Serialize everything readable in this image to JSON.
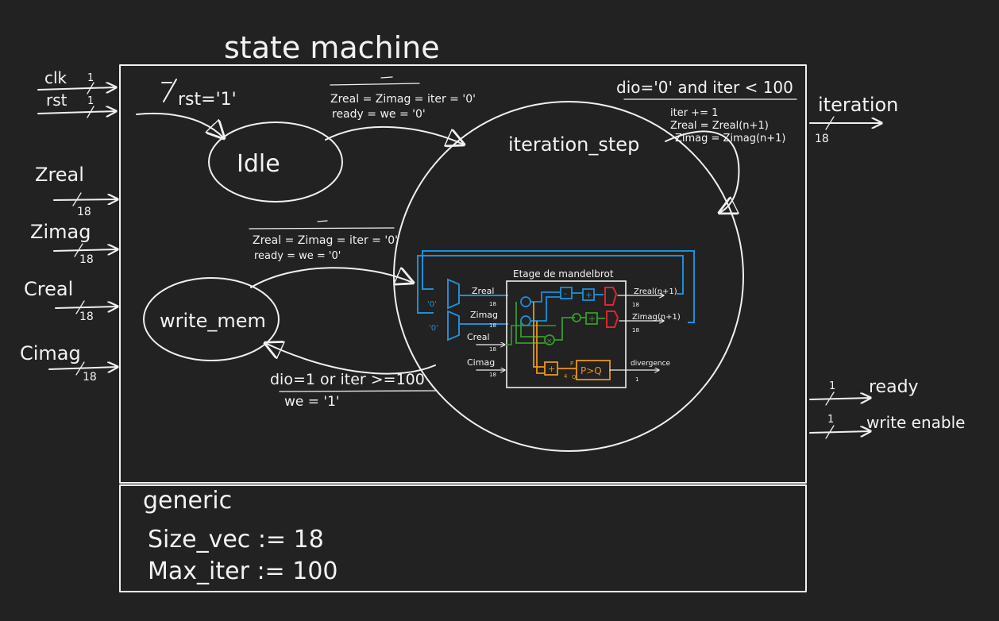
{
  "title": "state machine",
  "inputs": {
    "clk": "clk",
    "clk_width": "1",
    "rst": "rst",
    "rst_width": "1",
    "zreal": "Zreal",
    "zreal_width": "18",
    "zimag": "Zimag",
    "zimag_width": "18",
    "creal": "Creal",
    "creal_width": "18",
    "cimag": "Cimag",
    "cimag_width": "18"
  },
  "outputs": {
    "iteration": "iteration",
    "iteration_width": "18",
    "ready": "ready",
    "ready_width": "1",
    "write_enable": "write enable",
    "write_enable_width": "1"
  },
  "states": {
    "idle": "Idle",
    "write_mem": "write_mem",
    "iteration_step": "iteration_step"
  },
  "transitions": {
    "reset": "rst='1'",
    "idle_to_iter_line1": "Zreal = Zimag = iter = '0'",
    "idle_to_iter_line2": "ready = we = '0'",
    "self_condition": "dio='0' and iter < 100",
    "self_action1": "iter += 1",
    "self_action2": "Zreal = Zreal(n+1)",
    "self_action3": "Zimag = Zimag(n+1)",
    "write_to_iter_line1": "Zreal = Zimag = iter = '0'",
    "write_to_iter_line2": "ready = we = '0'",
    "iter_to_write_condition": "dio=1 or iter >=100",
    "iter_to_write_action": "we = '1'"
  },
  "inner_block": {
    "title": "Etage de mandelbrot",
    "in_zreal": "Zreal",
    "in_zimag": "Zimag",
    "in_creal": "Creal",
    "in_cimag": "Cimag",
    "mux_zero_a": "'0'",
    "mux_zero_b": "'0'",
    "out_zreal": "Zreal(n+1)",
    "out_zimag": "Zimag(n+1)",
    "out_divergence": "divergence",
    "comparator": "P>Q",
    "op_minus": "-",
    "op_plus1": "+",
    "op_plus2": "+",
    "op_plus3": "+",
    "op_times": "×",
    "width_18": "18",
    "width_4": "4",
    "width_1": "1",
    "p_label": "P",
    "q_label": "Q"
  },
  "generic": {
    "heading": "generic",
    "size_vec": "Size_vec := 18",
    "max_iter": "Max_iter := 100"
  },
  "colors": {
    "background": "#222222",
    "ink": "#f0f0f0",
    "blue": "#1f8fd6",
    "orange": "#e8961e",
    "green": "#3a9a2a",
    "red": "#e0242f"
  }
}
